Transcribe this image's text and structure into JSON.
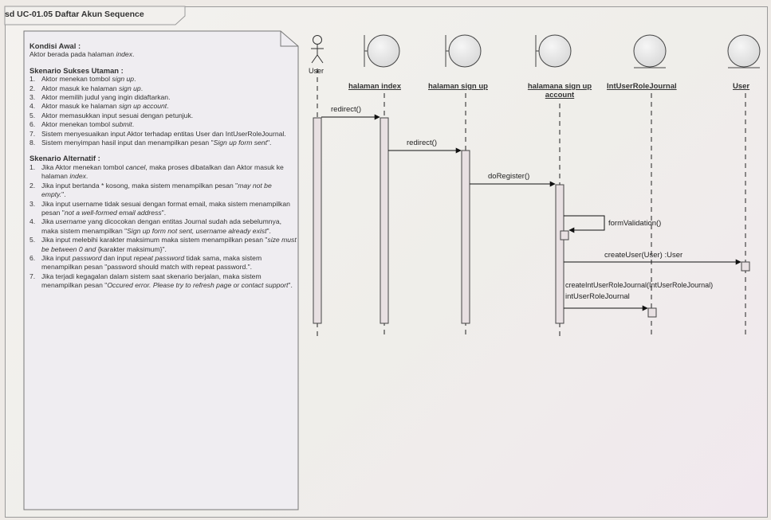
{
  "diagram": {
    "title": "sd UC-01.05 Daftar Akun Sequence"
  },
  "note": {
    "kondisi_title": "Kondisi Awal :",
    "kondisi_text_prefix": "Aktor berada pada halaman ",
    "kondisi_text_italic": "index",
    "kondisi_text_suffix": ".",
    "sukses_title": "Skenario Sukses Utaman :",
    "sukses_items": [
      {
        "n": "1.",
        "a": "Aktor menekan tombol ",
        "i": "sign up",
        "b": "."
      },
      {
        "n": "2.",
        "a": "Aktor masuk ke halaman ",
        "i": "sign up",
        "b": "."
      },
      {
        "n": "3.",
        "a": "Aktor memilih judul yang ingin didaftarkan.",
        "i": "",
        "b": ""
      },
      {
        "n": "4.",
        "a": "Aktor masuk ke halaman ",
        "i": "sign up account",
        "b": "."
      },
      {
        "n": "5.",
        "a": "Aktor memasukkan input sesuai dengan petunjuk.",
        "i": "",
        "b": ""
      },
      {
        "n": "6.",
        "a": "Aktor menekan tombol ",
        "i": "submit",
        "b": "."
      },
      {
        "n": "7.",
        "a": "Sistem menyesuaikan input Aktor terhadap entitas User dan IntUserRoleJournal.",
        "i": "",
        "b": ""
      },
      {
        "n": "8.",
        "a": "Sistem menyimpan hasil input dan menampilkan pesan \"",
        "i": "Sign up form sent",
        "b": "\"."
      }
    ],
    "alt_title": "Skenario Alternatif :",
    "alt_items": [
      {
        "n": "1.",
        "a": "Jika Aktor menekan tombol ",
        "i": "cancel",
        "b": ", maka proses dibatalkan dan Aktor masuk ke halaman ",
        "i2": "index",
        "c": "."
      },
      {
        "n": "2.",
        "a": "Jika input bertanda * kosong, maka sistem menampilkan pesan  \"",
        "i": "may not be empty.",
        "b": "\".",
        "i2": "",
        "c": ""
      },
      {
        "n": "3.",
        "a": "Jika input username tidak sesuai dengan format email, maka sistem menampilkan pesan \"",
        "i": "not a well-formed email address",
        "b": "\".",
        "i2": "",
        "c": ""
      },
      {
        "n": "4.",
        "a": "Jika ",
        "i": "username",
        "b": "  yang dicocokan dengan entitas Journal sudah ada sebelumnya, maka sistem menampilkan \"",
        "i2": "Sign up form not sent, username already exist",
        "c": "\"."
      },
      {
        "n": "5.",
        "a": "Jika input melebihi karakter maksimum maka sistem menampilkan pesan \"",
        "i": "size must be between 0 and",
        "b": " {karakter maksimum}\".",
        "i2": "",
        "c": ""
      },
      {
        "n": "6.",
        "a": "Jika input  ",
        "i": "password",
        "b": " dan input ",
        "i2": "repeat password",
        "c": " tidak sama, maka sistem menampilkan pesan \"password should match with repeat password.\"."
      },
      {
        "n": "7.",
        "a": "Jika terjadi kegagalan dalam sistem saat skenario berjalan, maka sistem menampilkan pesan \"",
        "i": "Occured error. Please try to refresh page or contact support",
        "b": "\".",
        "i2": "",
        "c": ""
      }
    ]
  },
  "lifelines": {
    "actor_label": "User",
    "halaman_index": "halaman index",
    "halaman_sign_up": "halaman sign up",
    "halamana_sign_up_account_l1": "halamana sign up",
    "halamana_sign_up_account_l2": "account",
    "int_user_role_journal": "IntUserRoleJournal",
    "user_entity": "User"
  },
  "messages": {
    "m1": "redirect()",
    "m2": "redirect()",
    "m3": "doRegister()",
    "m4": "formValidation()",
    "m5": "createUser(User) :User",
    "m6": "createIntUserRoleJournal(IntUserRoleJournal)",
    "m7": "intUserRoleJournal"
  }
}
